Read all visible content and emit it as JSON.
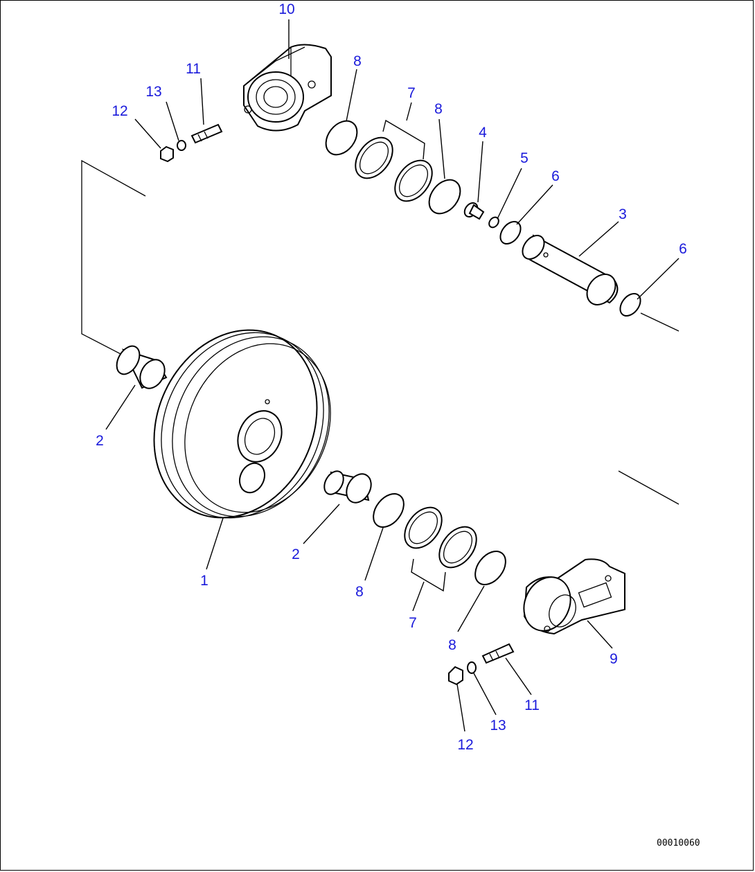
{
  "callouts": [
    {
      "id": "c10a",
      "text": "10"
    },
    {
      "id": "c11a",
      "text": "11"
    },
    {
      "id": "c13a",
      "text": "13"
    },
    {
      "id": "c12a",
      "text": "12"
    },
    {
      "id": "c8a",
      "text": "8"
    },
    {
      "id": "c7a",
      "text": "7"
    },
    {
      "id": "c8b",
      "text": "8"
    },
    {
      "id": "c4",
      "text": "4"
    },
    {
      "id": "c5",
      "text": "5"
    },
    {
      "id": "c6a",
      "text": "6"
    },
    {
      "id": "c3",
      "text": "3"
    },
    {
      "id": "c6b",
      "text": "6"
    },
    {
      "id": "c2a",
      "text": "2"
    },
    {
      "id": "c2b",
      "text": "2"
    },
    {
      "id": "c1",
      "text": "1"
    },
    {
      "id": "c8c",
      "text": "8"
    },
    {
      "id": "c7b",
      "text": "7"
    },
    {
      "id": "c8d",
      "text": "8"
    },
    {
      "id": "c9",
      "text": "9"
    },
    {
      "id": "c11b",
      "text": "11"
    },
    {
      "id": "c13b",
      "text": "13"
    },
    {
      "id": "c12b",
      "text": "12"
    }
  ],
  "drawing_code": "00010060",
  "colors": {
    "callout": "#1a1adb",
    "line": "#000000",
    "background": "#ffffff"
  }
}
